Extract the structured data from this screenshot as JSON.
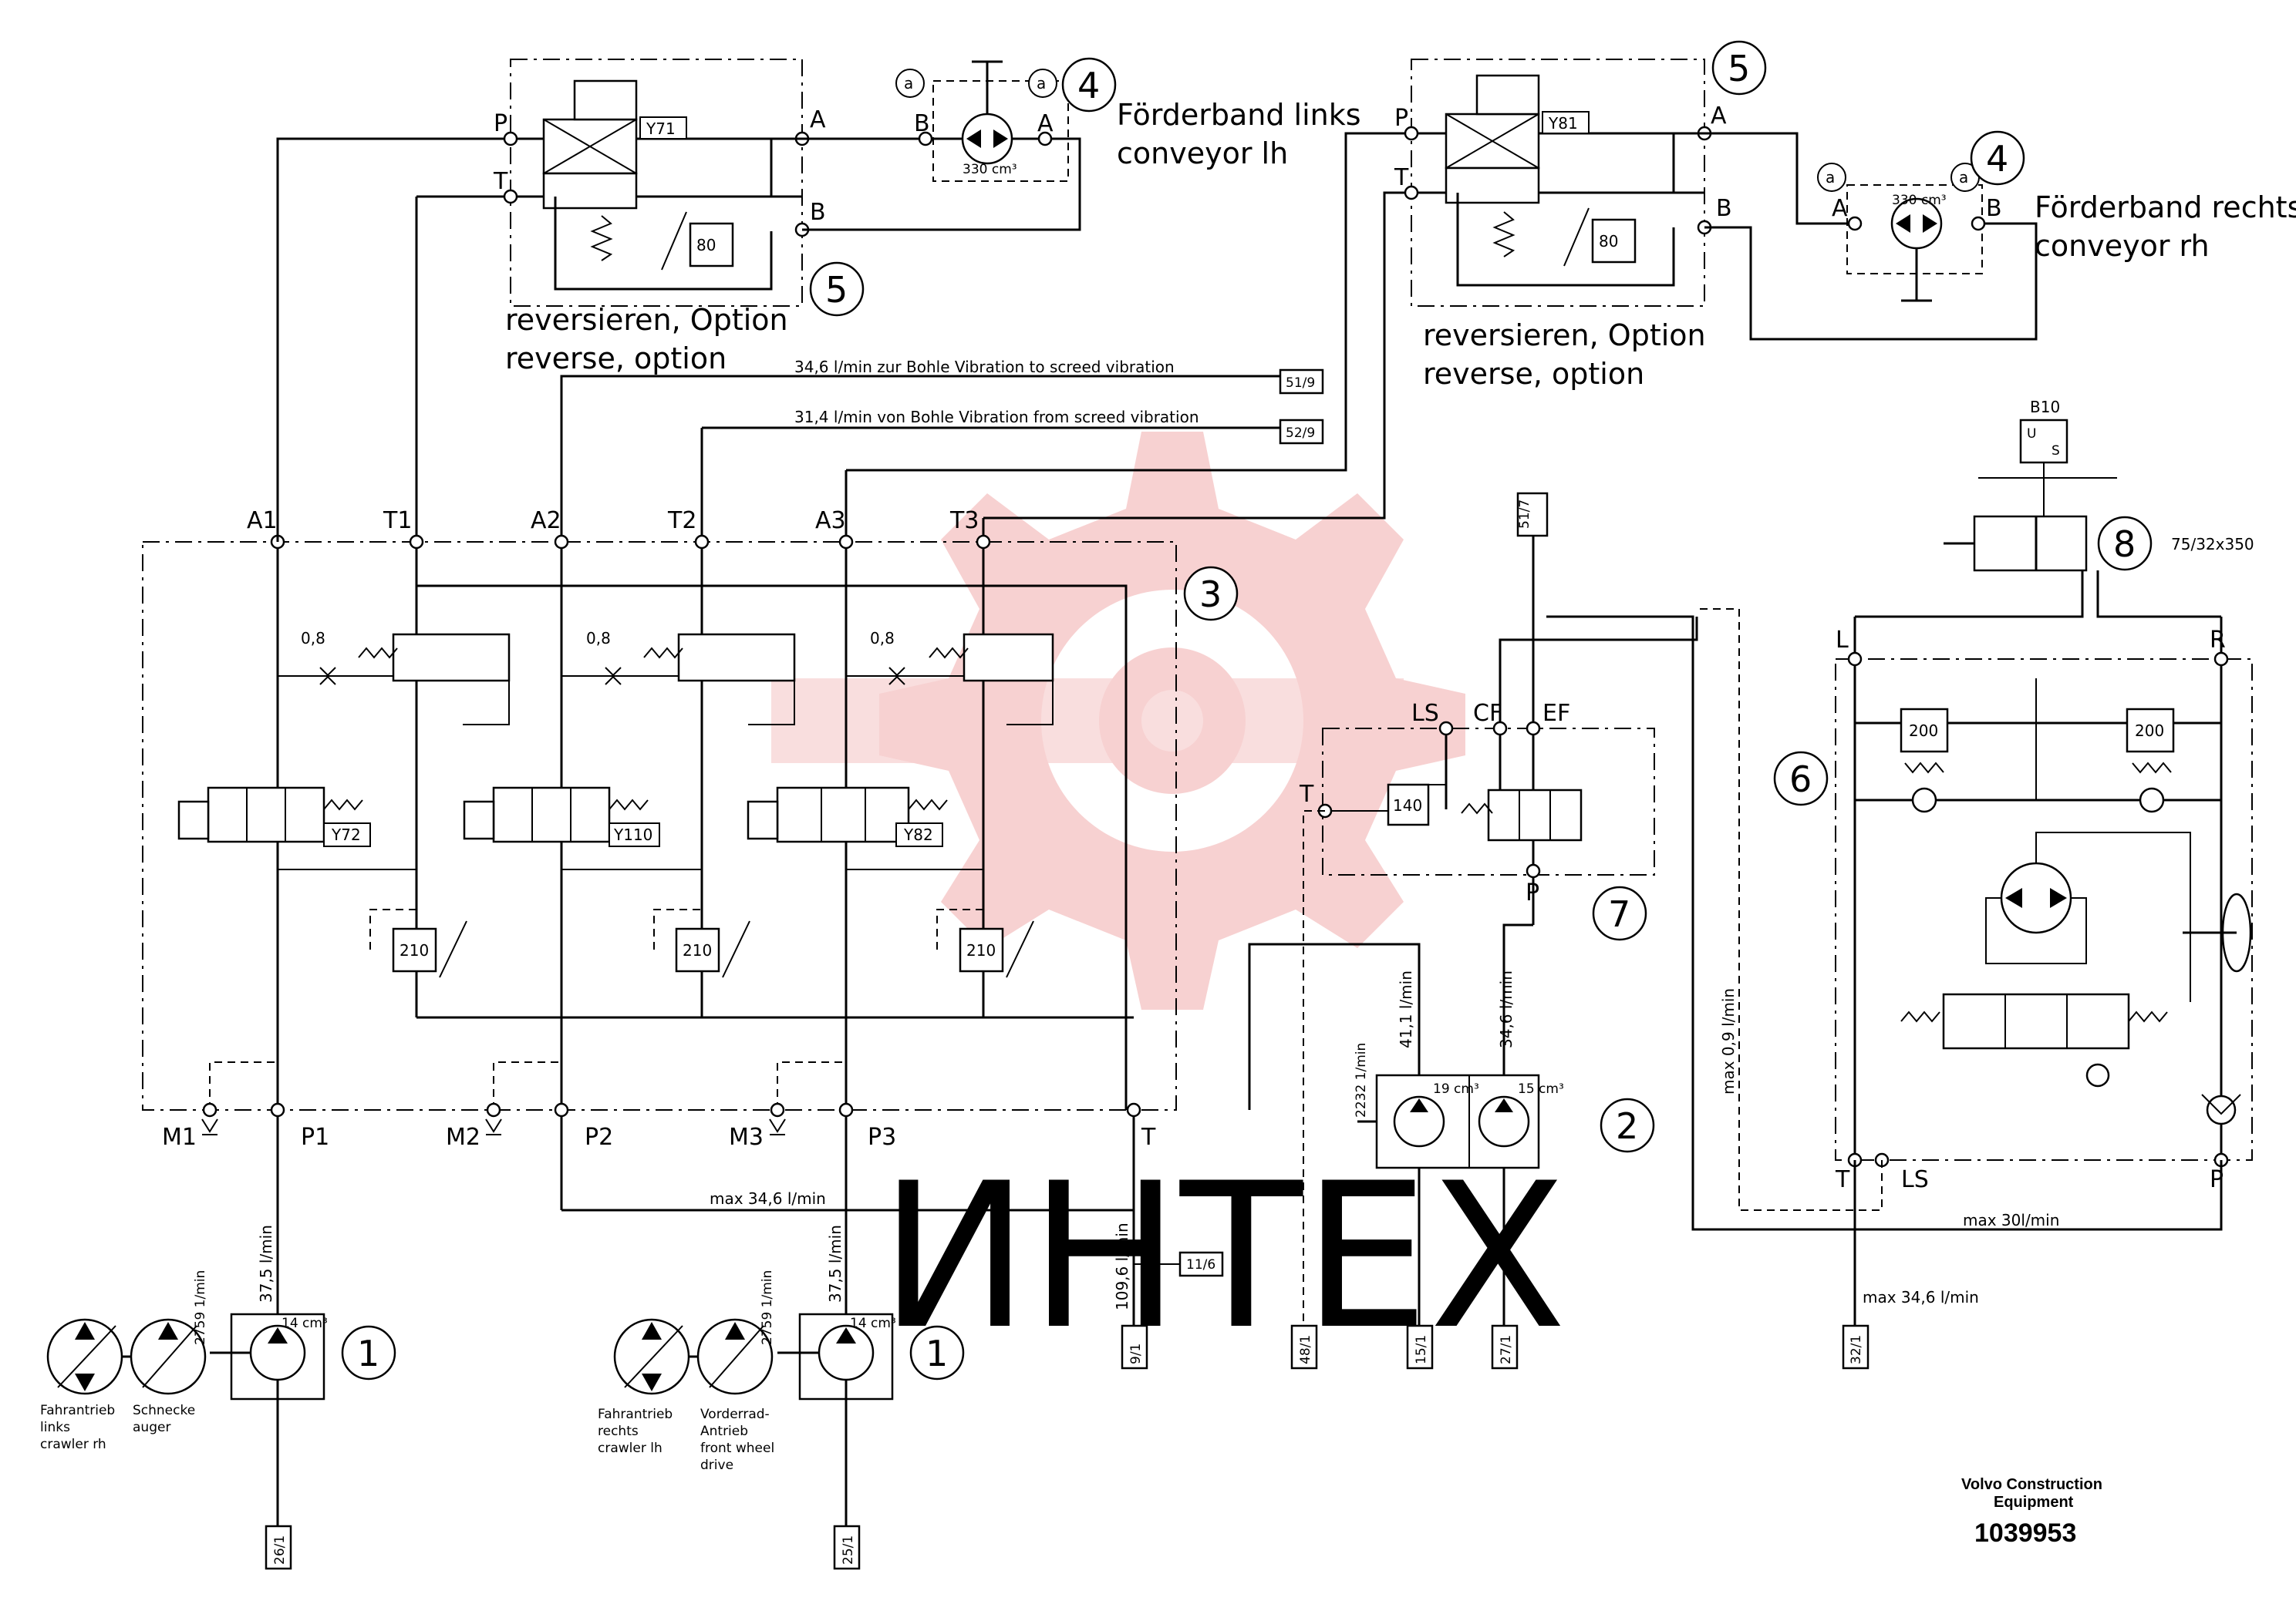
{
  "watermark": {
    "text": "ИНТЕХ",
    "color": "#f3b7b7"
  },
  "colors": {
    "line": "#000000",
    "watermark": "#f3b7b7"
  },
  "units": {
    "pump_lh": {
      "number": "1",
      "displacement": "14 cm³",
      "flow": "37,5 l/min",
      "rpm": "2759 1/min",
      "tag": "26/1",
      "motor1": [
        "Fahrantrieb",
        "links",
        "crawler rh"
      ],
      "motor2": [
        "Schnecke",
        "auger"
      ]
    },
    "pump_rh": {
      "number": "1",
      "displacement": "14 cm³",
      "flow": "37,5 l/min",
      "rpm": "2759 1/min",
      "tag": "25/1",
      "motor1": [
        "Fahrantrieb",
        "rechts",
        "crawler lh"
      ],
      "motor2": [
        "Vorderrad-",
        "Antrieb",
        "front wheel",
        "drive"
      ]
    },
    "tandem_pump": {
      "number": "2",
      "displacement_a": "19 cm³",
      "displacement_b": "15 cm³",
      "rpm": "2232 1/min",
      "flow_a": "41,1 l/min",
      "flow_b": "34,6 l/min",
      "tag_a": "15/1",
      "tag_b": "27/1"
    },
    "valve_block": {
      "number": "3",
      "top_ports": [
        "A1",
        "T1",
        "A2",
        "T2",
        "A3",
        "T3"
      ],
      "bottom_ports": [
        "M1",
        "P1",
        "M2",
        "P2",
        "M3",
        "P3",
        "T"
      ],
      "orifices": [
        "0,8",
        "0,8",
        "0,8"
      ],
      "solenoids": [
        "Y72",
        "Y110",
        "Y82"
      ],
      "reliefs": [
        "210",
        "210",
        "210"
      ]
    },
    "conveyor_lh": {
      "motor_number": "4",
      "valve_number": "5",
      "solenoid": "Y71",
      "relief": "80",
      "displacement": "330 cm³",
      "ports": {
        "p": "P",
        "t": "T",
        "a": "A",
        "b": "B"
      },
      "caption": [
        "Förderband links",
        "conveyor lh"
      ],
      "option": [
        "reversieren, Option",
        "reverse, option"
      ],
      "marker": "a"
    },
    "conveyor_rh": {
      "motor_number": "4",
      "valve_number": "5",
      "solenoid": "Y81",
      "relief": "80",
      "displacement": "330 cm³",
      "ports": {
        "p": "P",
        "t": "T",
        "a": "A",
        "b": "B"
      },
      "caption": [
        "Förderband rechts",
        "conveyor rh"
      ],
      "option": [
        "reversieren, Option",
        "reverse, option"
      ],
      "marker": "a"
    },
    "priority_valve": {
      "number": "7",
      "relief": "140",
      "ports": [
        "LS",
        "CF",
        "EF",
        "T",
        "P"
      ],
      "tag_top": "51/7"
    },
    "steering_unit": {
      "number": "6",
      "reliefs": [
        "200",
        "200"
      ],
      "ports": [
        "L",
        "R",
        "T",
        "LS",
        "P"
      ]
    },
    "cylinder": {
      "number": "8",
      "size": "75/32x350",
      "sensor": "B10",
      "sensor_glyph_u": "U",
      "sensor_glyph_s": "S"
    }
  },
  "flows": {
    "to_screed": "34,6 l/min  zur Bohle Vibration   to screed vibration",
    "from_screed": "31,4 l/min   von Bohle Vibration   from screed vibration",
    "tag_to_screed": "51/9",
    "tag_from_screed": "52/9",
    "max_return": "max 34,6 l/min",
    "return_flow": "109,6 l/min",
    "tag_return_branch": "11/6",
    "tag_return": "9/1",
    "tag_t_line": "48/1",
    "max_ls": "max 0,9 l/min",
    "max_p": "max 30l/min",
    "max_steer_return": "max 34,6 l/min",
    "tag_steer_return": "32/1"
  },
  "footer": {
    "company": "Volvo Construction",
    "company2": "Equipment",
    "drawing_no": "1039953"
  }
}
